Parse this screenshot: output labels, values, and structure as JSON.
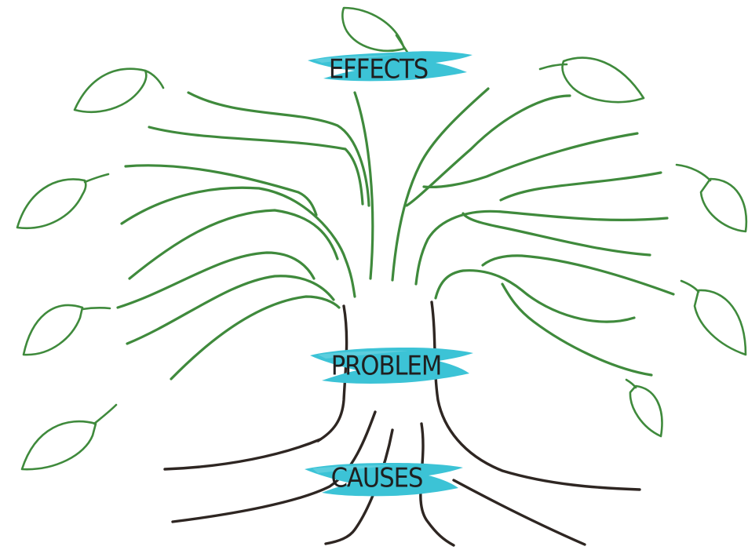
{
  "labels": {
    "effects": "EFFECTS",
    "problem": "PROBLEM",
    "causes": "CAUSES"
  },
  "colors": {
    "branch": "#3f8a3c",
    "root": "#2e2622",
    "label_bg": "#3cc3d6",
    "background": "#ffffff"
  }
}
